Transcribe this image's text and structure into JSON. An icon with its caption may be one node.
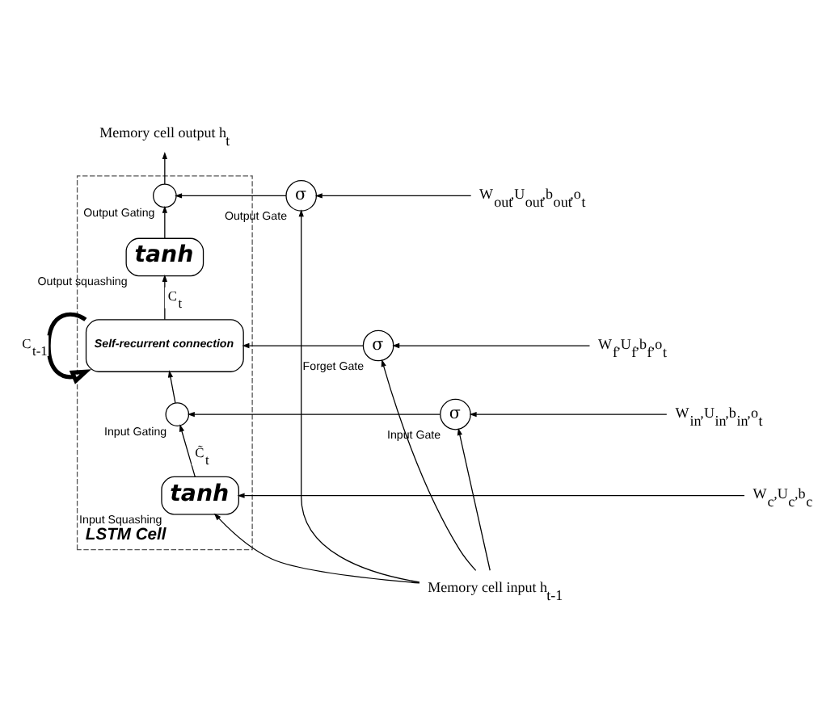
{
  "diagram": {
    "nodes": [
      {
        "text": [
          "LSTM Cell"
        ]
      },
      {
        "text": [],
        "shape": "circle",
        "beside": [
          "Output Gating"
        ],
        "in": 0
      },
      {
        "text": [
          "tanh"
        ],
        "beside": [
          "Output squashing"
        ],
        "in": 0
      },
      {
        "text": [
          "Self-recurrent connection"
        ],
        "in": 0
      },
      {
        "text": [],
        "shape": "circle",
        "beside": [
          "Input Gating"
        ],
        "in": 0
      },
      {
        "text": [
          "tanh"
        ],
        "beside": [
          "Input Squashing"
        ],
        "in": 0
      },
      {
        "text": [
          "Memory cell output h$_{t}$"
        ]
      },
      {
        "text": [
          "Memory cell input h$_{t-1}$"
        ]
      },
      {
        "text": [
          "σ"
        ],
        "beside": [
          "Output Gate"
        ]
      },
      {
        "text": [
          "σ"
        ],
        "beside": [
          "Forget Gate"
        ]
      },
      {
        "text": [
          "σ"
        ],
        "beside": [
          "Input Gate"
        ]
      },
      {
        "text": [
          "W$_{out}$,U$_{out}$,b$_{out}$,o$_{t}$"
        ]
      },
      {
        "text": [
          "W$_{f}$,U$_{f}$,b$_{f}$,o$_{t}$"
        ]
      },
      {
        "text": [
          "W$_{in}$,U$_{in}$,b$_{in}$,o$_{t}$"
        ]
      },
      {
        "text": [
          "W$_{c}$,U$_{c}$,b$_{c}$"
        ]
      }
    ],
    "edges": [
      {
        "from": 1,
        "to": 6,
        "arrow": "to"
      },
      {
        "from": 2,
        "to": 1,
        "arrow": "to"
      },
      {
        "from": 3,
        "to": 2,
        "arrow": "to",
        "label": "C$_{t}$"
      },
      {
        "from": 3,
        "to": 3,
        "arrow": "to",
        "label": "C$_{t-1}$",
        "style": "thick"
      },
      {
        "from": 4,
        "to": 3,
        "arrow": "to"
      },
      {
        "from": 5,
        "to": 4,
        "arrow": "to",
        "label": "C̃$_{t}$"
      },
      {
        "from": 7,
        "to": 5,
        "arrow": "to"
      },
      {
        "from": 8,
        "to": 1,
        "arrow": "to"
      },
      {
        "from": 9,
        "to": 3,
        "arrow": "to"
      },
      {
        "from": 10,
        "to": 4,
        "arrow": "to"
      },
      {
        "from": 11,
        "to": 8,
        "arrow": "to"
      },
      {
        "from": 12,
        "to": 9,
        "arrow": "to"
      },
      {
        "from": 13,
        "to": 10,
        "arrow": "to"
      },
      {
        "from": 14,
        "to": 5,
        "arrow": "to"
      },
      {
        "from": 7,
        "to": 10,
        "arrow": "to"
      },
      {
        "from": 7,
        "to": 9,
        "arrow": "to"
      },
      {
        "from": 7,
        "to": 8,
        "arrow": "to"
      }
    ]
  }
}
